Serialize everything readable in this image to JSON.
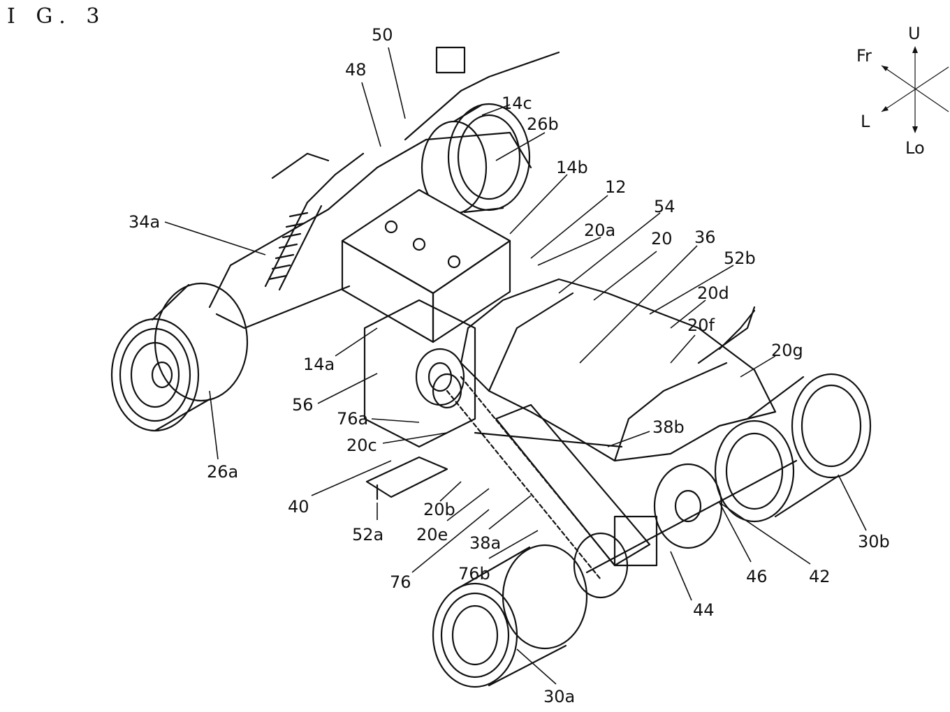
{
  "figure": {
    "title": "I G. 3"
  },
  "compass": {
    "up": "U",
    "down": "Lo",
    "front": "Fr",
    "left": "L"
  },
  "labels": [
    {
      "id": "l50",
      "text": "50"
    },
    {
      "id": "l48",
      "text": "48"
    },
    {
      "id": "l14c",
      "text": "14c"
    },
    {
      "id": "l26b",
      "text": "26b"
    },
    {
      "id": "l14b",
      "text": "14b"
    },
    {
      "id": "l12",
      "text": "12"
    },
    {
      "id": "l54",
      "text": "54"
    },
    {
      "id": "l20a",
      "text": "20a"
    },
    {
      "id": "l20",
      "text": "20"
    },
    {
      "id": "l36",
      "text": "36"
    },
    {
      "id": "l52b",
      "text": "52b"
    },
    {
      "id": "l20d",
      "text": "20d"
    },
    {
      "id": "l20f",
      "text": "20f"
    },
    {
      "id": "l20g",
      "text": "20g"
    },
    {
      "id": "l34a",
      "text": "34a"
    },
    {
      "id": "l14a",
      "text": "14a"
    },
    {
      "id": "l56",
      "text": "56"
    },
    {
      "id": "l76a",
      "text": "76a"
    },
    {
      "id": "l20c",
      "text": "20c"
    },
    {
      "id": "l38b",
      "text": "38b"
    },
    {
      "id": "l26a",
      "text": "26a"
    },
    {
      "id": "l40",
      "text": "40"
    },
    {
      "id": "l20b",
      "text": "20b"
    },
    {
      "id": "l52a",
      "text": "52a"
    },
    {
      "id": "l20e",
      "text": "20e"
    },
    {
      "id": "l38a",
      "text": "38a"
    },
    {
      "id": "l76",
      "text": "76"
    },
    {
      "id": "l76b",
      "text": "76b"
    },
    {
      "id": "l44",
      "text": "44"
    },
    {
      "id": "l46",
      "text": "46"
    },
    {
      "id": "l42",
      "text": "42"
    },
    {
      "id": "l30b",
      "text": "30b"
    },
    {
      "id": "l30a",
      "text": "30a"
    }
  ]
}
